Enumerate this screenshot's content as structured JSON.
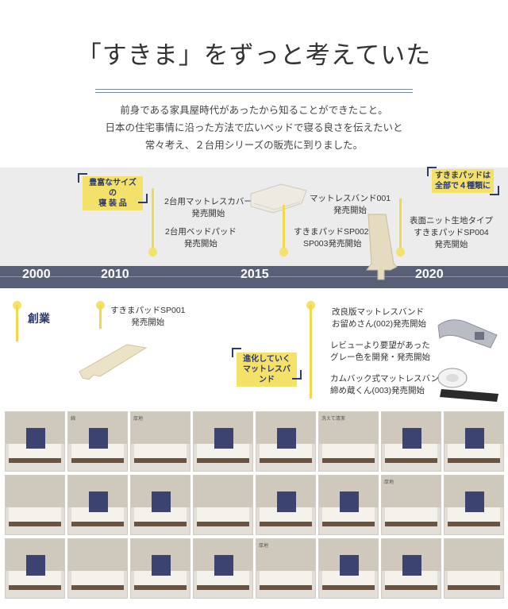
{
  "header": {
    "title": "「すきま」をずっと考えていた",
    "intro_lines": [
      "前身である家具屋時代があったから知ることができたこと。",
      "日本の住宅事情に沿った方法で広いベッドで寝る良さを伝えたいと",
      "常々考え、２台用シリーズの販売に到りました。"
    ]
  },
  "timeline": {
    "years": [
      "2000",
      "2010",
      "2015",
      "2020"
    ],
    "tags": {
      "left": [
        "豊富なサイズの",
        "寝 装 品"
      ],
      "right": [
        "すきまパッドは",
        "全部で４種類に"
      ],
      "bottom": [
        "進化していく",
        "マットレスバンド"
      ]
    },
    "founding": "創業",
    "events": {
      "cover": [
        "2台用マットレスカバー",
        "発売開始"
      ],
      "bedpad": [
        "2台用ベッドパッド",
        "発売開始"
      ],
      "band001": [
        "マットレスバンド001",
        "発売開始"
      ],
      "sp002": [
        "すきまパッドSP002,",
        "SP003発売開始"
      ],
      "sp004": [
        "表面ニット生地タイプ",
        "すきまパッドSP004",
        "発売開始"
      ],
      "sp001": [
        "すきまパッドSP001",
        "発売開始"
      ],
      "band002": [
        "改良版マットレスバンド",
        "お留めさん(002)発売開始"
      ],
      "grey": [
        "レビューより要望があった",
        "グレー色を開発・発売開始"
      ],
      "band003": [
        "カムバック式マットレスバンド",
        "締め蔵くん(003)発売開始"
      ]
    }
  },
  "thumbnails": {
    "labels": [
      "",
      "綿",
      "厚地",
      "",
      "",
      "洗えて清潔",
      "",
      "",
      "",
      "",
      "",
      "",
      "",
      "",
      "厚地",
      "",
      "",
      "",
      "",
      "",
      "厚地",
      "",
      "",
      ""
    ]
  },
  "colors": {
    "accent_yellow": "#f3e16a",
    "navy": "#2e3a6e",
    "axis": "#5a5f78"
  }
}
